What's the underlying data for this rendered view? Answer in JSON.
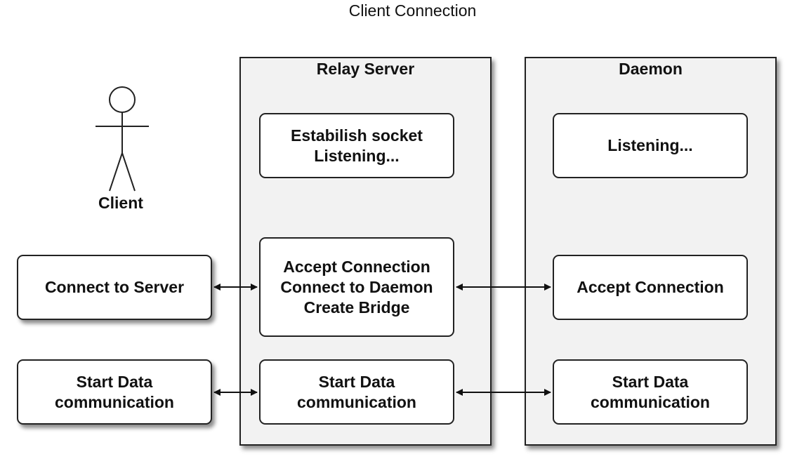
{
  "title": "Client Connection",
  "actor": {
    "label": "Client"
  },
  "lanes": {
    "relay": {
      "title": "Relay Server"
    },
    "daemon": {
      "title": "Daemon"
    }
  },
  "boxes": {
    "connect_to_server": "Connect to Server",
    "client_start_data": "Start Data\ncommunication",
    "relay_establish": "Estabilish socket\nListening...",
    "relay_accept": "Accept Connection\nConnect to Daemon\nCreate Bridge",
    "relay_start_data": "Start Data\ncommunication",
    "daemon_listening": "Listening...",
    "daemon_accept": "Accept Connection",
    "daemon_start_data": "Start Data\ncommunication"
  },
  "connectors": [
    {
      "from": "Connect to Server",
      "to": "Relay Accept Connection",
      "direction": "both"
    },
    {
      "from": "Relay Accept Connection",
      "to": "Daemon Accept Connection",
      "direction": "both"
    },
    {
      "from": "Client Start Data communication",
      "to": "Relay Start Data communication",
      "direction": "both"
    },
    {
      "from": "Relay Start Data communication",
      "to": "Daemon Start Data communication",
      "direction": "both"
    }
  ]
}
